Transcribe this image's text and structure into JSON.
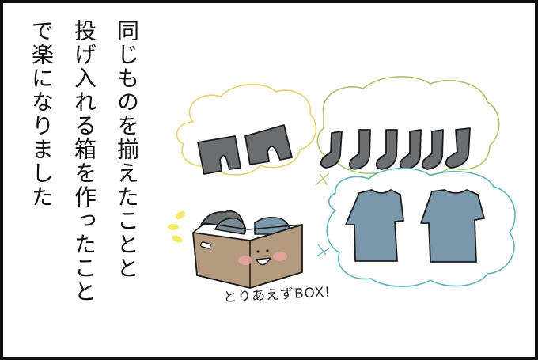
{
  "narration": {
    "lines": [
      "同じものを揃えたことと",
      "投げ入れる箱を作ったこと",
      "で楽になりました"
    ]
  },
  "illustration": {
    "box_label": "とりあえずBOX!",
    "thought_bubbles": [
      {
        "name": "underwear-bubble",
        "color": "#e8cf6a",
        "items": "boxer shorts",
        "count": 2
      },
      {
        "name": "socks-bubble",
        "color": "#a9c46a",
        "items": "socks",
        "count": 6
      },
      {
        "name": "tshirts-bubble",
        "color": "#5fb0b8",
        "items": "t-shirts",
        "count": 2
      }
    ],
    "colors": {
      "border": "#111111",
      "clothing_gray": "#6b6e70",
      "tshirt_blue": "#7a98aa",
      "box_brown": "#b49a7f",
      "cheek_pink": "#e8a3a0",
      "sparkle_yellow": "#f3ea6a"
    }
  }
}
